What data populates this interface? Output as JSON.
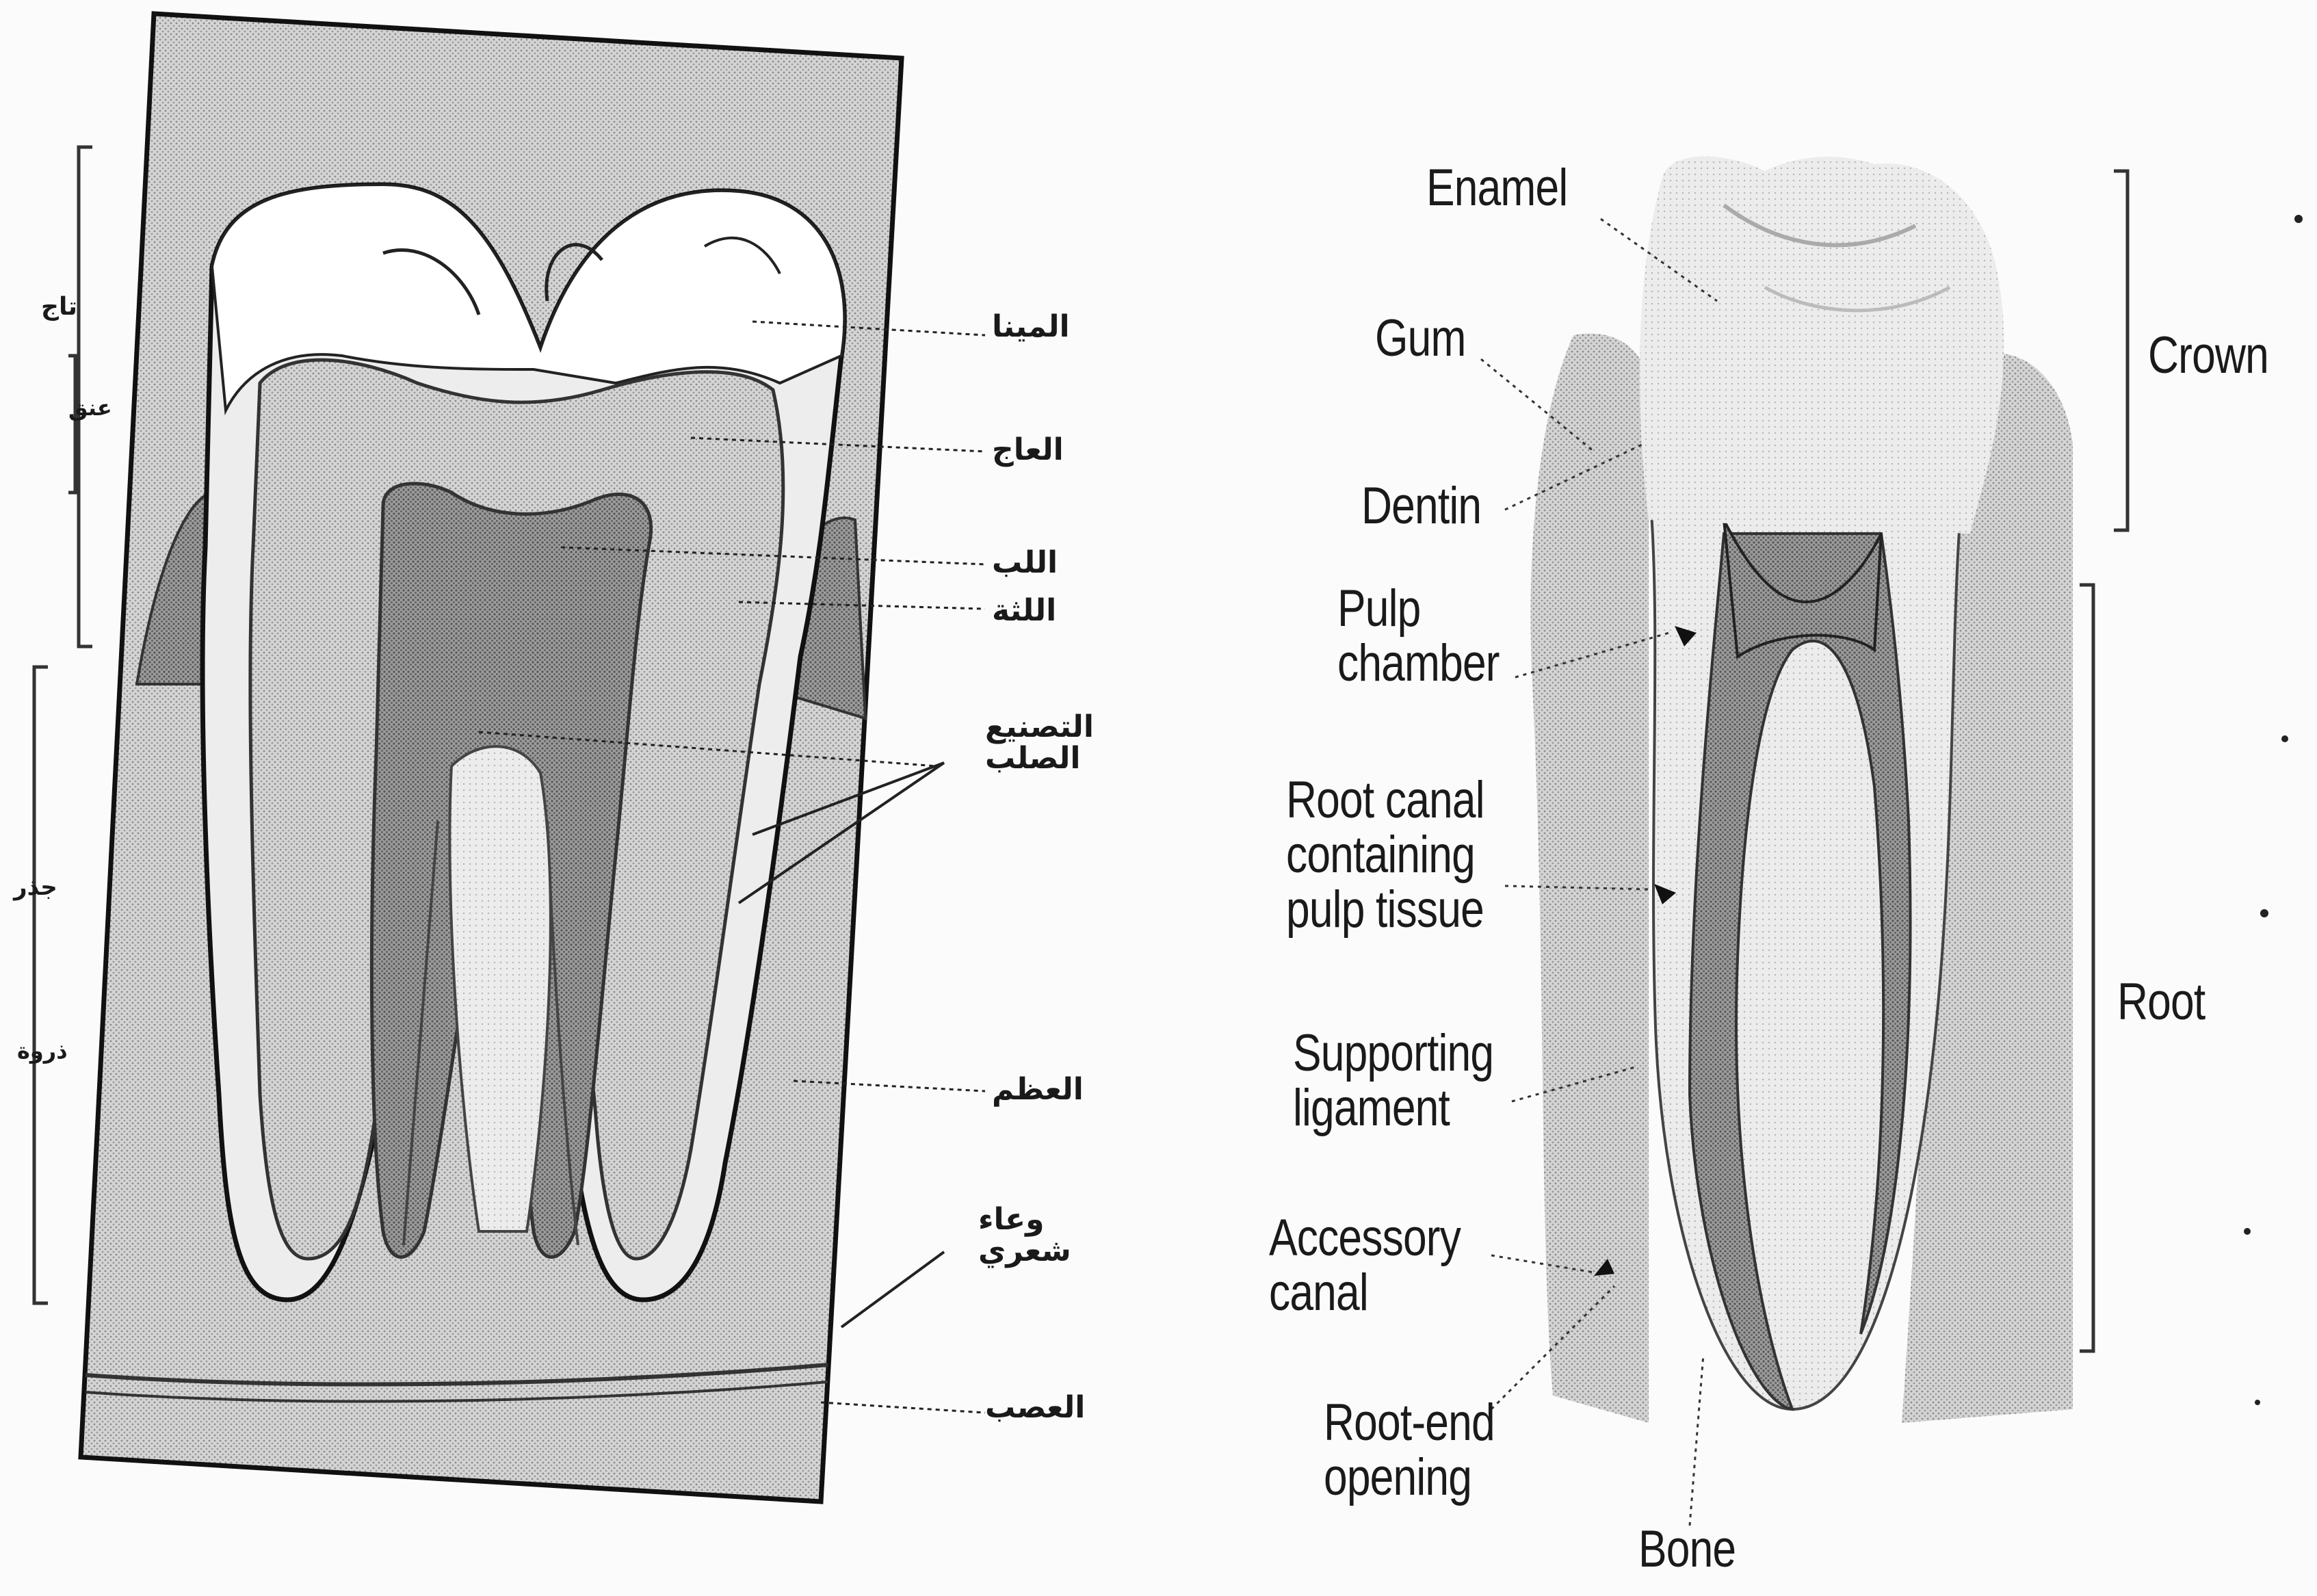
{
  "left_diagram": {
    "arabic_labels": [
      {
        "id": "enamel",
        "text": "المينا"
      },
      {
        "id": "dentin",
        "text": "العاج"
      },
      {
        "id": "pulp",
        "text": "اللب"
      },
      {
        "id": "gum",
        "text": "اللثة"
      },
      {
        "id": "cementum",
        "text": "التصنيع\nالصلب"
      },
      {
        "id": "bone",
        "text": "العظم"
      },
      {
        "id": "vessels",
        "text": "وعاء\nشعري"
      },
      {
        "id": "nerve",
        "text": "العصب"
      }
    ],
    "bracket_labels": [
      {
        "id": "crown",
        "text": "تاج"
      },
      {
        "id": "neck",
        "text": "عنق"
      },
      {
        "id": "root",
        "text": "جذر"
      },
      {
        "id": "tip",
        "text": "ذروة"
      }
    ]
  },
  "right_diagram": {
    "labels": [
      {
        "id": "enamel",
        "text": "Enamel"
      },
      {
        "id": "gum",
        "text": "Gum"
      },
      {
        "id": "dentin",
        "text": "Dentin"
      },
      {
        "id": "pulp_chamber",
        "text": "Pulp\nchamber"
      },
      {
        "id": "root_canal",
        "text": "Root canal\ncontaining\npulp tissue"
      },
      {
        "id": "ligament",
        "text": "Supporting\nligament"
      },
      {
        "id": "accessory",
        "text": "Accessory\ncanal"
      },
      {
        "id": "root_end",
        "text": "Root-end\nopening"
      },
      {
        "id": "bone",
        "text": "Bone"
      }
    ],
    "brackets": [
      {
        "id": "crown",
        "text": "Crown"
      },
      {
        "id": "root",
        "text": "Root"
      }
    ]
  },
  "colors": {
    "ink": "#1a1a1a",
    "bone_fill": "#c9c9c9",
    "dentin_fill": "#a8a8a8",
    "pulp_fill": "#8c8c8c",
    "enamel_fill": "#f4f4f4",
    "light_shade": "#dedede"
  }
}
